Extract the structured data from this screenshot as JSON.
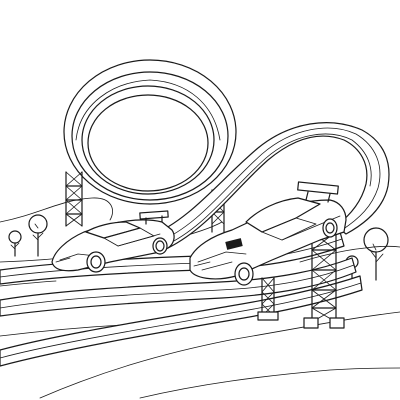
{
  "scene": {
    "kind": "coloring-page line art",
    "colors": {
      "ink": "#1a1a1a",
      "paper": "#ffffff"
    },
    "elements": [
      "rolling-hills",
      "trees",
      "vertical-loop-track",
      "curved-ramp-track",
      "steel-truss-supports",
      "sports-car",
      "muscle-car"
    ]
  }
}
